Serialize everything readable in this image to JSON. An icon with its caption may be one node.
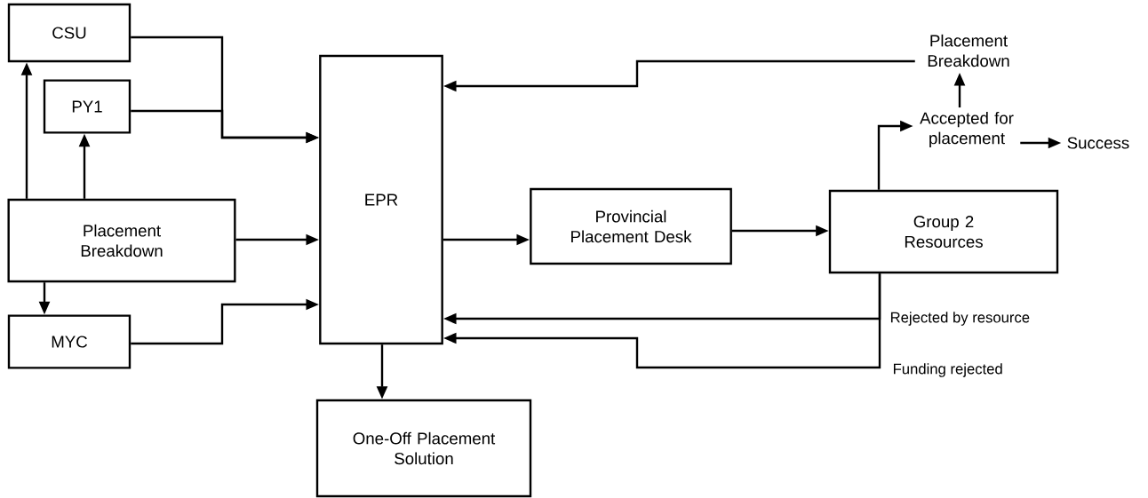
{
  "diagram": {
    "nodes": [
      {
        "text": [
          "CSU"
        ]
      },
      {
        "text": [
          "PY1"
        ]
      },
      {
        "text": [
          "Placement Breakdown"
        ]
      },
      {
        "text": [
          "MYC"
        ]
      },
      {
        "text": [
          "EPR"
        ]
      },
      {
        "text": [
          "Provincial Placement Desk"
        ]
      },
      {
        "text": [
          "Group 2 Resources"
        ]
      },
      {
        "text": [
          "Placement Breakdown"
        ]
      },
      {
        "text": [
          "Accepted for placement"
        ]
      },
      {
        "text": [
          "Success"
        ]
      },
      {
        "text": [
          "One-Off Placement Solution"
        ]
      }
    ],
    "edges": [
      {
        "from": 2,
        "to": 0,
        "arrow": "to"
      },
      {
        "from": 2,
        "to": 1,
        "arrow": "to"
      },
      {
        "from": 2,
        "to": 3,
        "arrow": "to"
      },
      {
        "from": 0,
        "to": 4,
        "arrow": "to"
      },
      {
        "from": 1,
        "to": 4,
        "arrow": "to"
      },
      {
        "from": 2,
        "to": 4,
        "arrow": "to"
      },
      {
        "from": 3,
        "to": 4,
        "arrow": "to"
      },
      {
        "from": 4,
        "to": 5,
        "arrow": "to"
      },
      {
        "from": 5,
        "to": 6,
        "arrow": "to"
      },
      {
        "from": 6,
        "to": 8,
        "arrow": "to"
      },
      {
        "from": 8,
        "to": 7,
        "arrow": "to"
      },
      {
        "from": 8,
        "to": 9,
        "arrow": "to"
      },
      {
        "from": 7,
        "to": 4,
        "arrow": "to"
      },
      {
        "from": 6,
        "to": 4,
        "arrow": "to",
        "label": "Rejected by resource"
      },
      {
        "from": 6,
        "to": 4,
        "arrow": "to",
        "label": "Funding rejected"
      },
      {
        "from": 4,
        "to": 10,
        "arrow": "to"
      }
    ]
  }
}
